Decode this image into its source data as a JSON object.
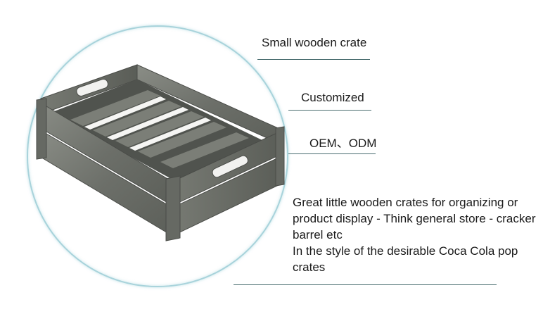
{
  "labels": {
    "title": "Small wooden crate",
    "custom": "Customized",
    "oem": "OEM、ODM"
  },
  "description": {
    "line1": "Great little wooden crates for organizing or product display - Think general store - cracker barrel etc",
    "line2": "In the style of the desirable Coca Cola pop crates"
  },
  "colors": {
    "circle_border": "#a8d3db",
    "rule": "#4a6e70",
    "wood": "#6f726c"
  }
}
